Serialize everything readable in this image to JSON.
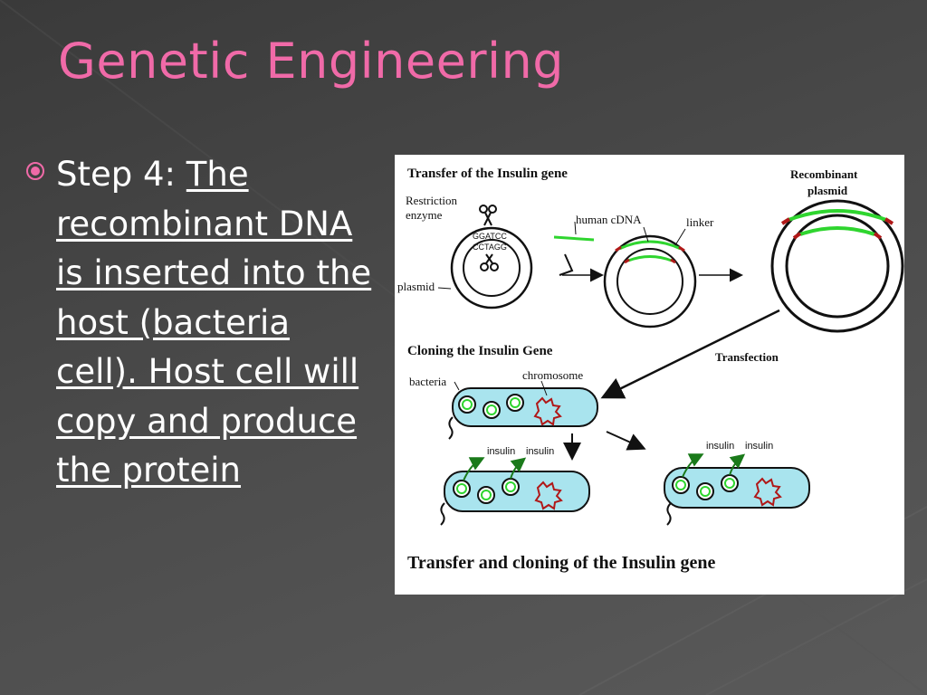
{
  "slide": {
    "title": "Genetic Engineering",
    "bullet_prefix": "Step 4: ",
    "bullet_body": "The recombinant DNA is inserted into the host (bacteria cell). Host cell will copy and produce the protein"
  },
  "figure": {
    "heading_transfer": "Transfer of the Insulin gene",
    "label_restriction": "Restriction",
    "label_enzyme": "enzyme",
    "label_plasmid": "plasmid",
    "label_seq_top": "GGATCC",
    "label_seq_bottom": "CCTAGG",
    "label_human_cdna": "human cDNA",
    "label_linker": "linker",
    "label_recombinant": "Recombinant",
    "label_recombinant_plasmid": "plasmid",
    "heading_cloning": "Cloning the Insulin Gene",
    "label_transfection": "Transfection",
    "label_bacteria": "bacteria",
    "label_chromosome": "chromosome",
    "insulin_label": "insulin",
    "caption": "Transfer and cloning of the Insulin gene"
  },
  "colors": {
    "title": "#f06aa8",
    "text": "#ffffff",
    "bacteria_fill": "#a9e4ee",
    "dna_green": "#2fd52f",
    "chromosome_red": "#b01818",
    "arrow_green": "#1a7a1a"
  }
}
